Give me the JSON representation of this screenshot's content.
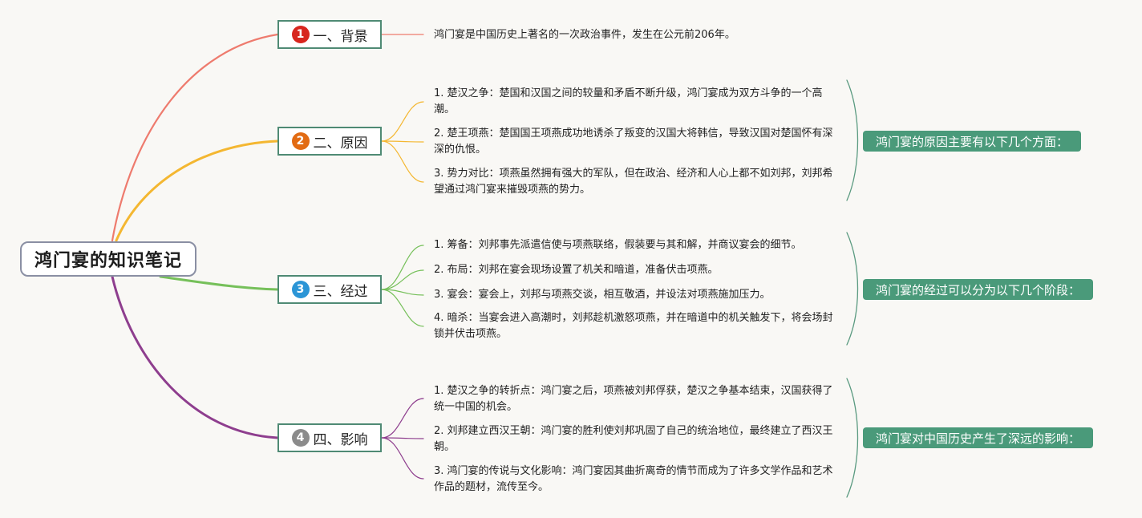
{
  "root": {
    "title": "鸿门宴的知识笔记"
  },
  "branches": [
    {
      "badge": "1",
      "badge_color": "#d7261e",
      "line_color": "#ee7b6e",
      "label": "一、背景",
      "items": [
        "鸿门宴是中国历史上著名的一次政治事件，发生在公元前206年。"
      ]
    },
    {
      "badge": "2",
      "badge_color": "#e26b13",
      "line_color": "#f4b731",
      "label": "二、原因",
      "items": [
        "1. 楚汉之争：楚国和汉国之间的较量和矛盾不断升级，鸿门宴成为双方斗争的一个高潮。",
        "2. 楚王项燕：楚国国王项燕成功地诱杀了叛变的汉国大将韩信，导致汉国对楚国怀有深深的仇恨。",
        "3. 势力对比：项燕虽然拥有强大的军队，但在政治、经济和人心上都不如刘邦，刘邦希望通过鸿门宴来摧毁项燕的势力。"
      ],
      "summary": "鸿门宴的原因主要有以下几个方面："
    },
    {
      "badge": "3",
      "badge_color": "#2b95d6",
      "line_color": "#76c05a",
      "label": "三、经过",
      "items": [
        "1. 筹备：刘邦事先派遣信使与项燕联络，假装要与其和解，并商议宴会的细节。",
        "2. 布局：刘邦在宴会现场设置了机关和暗道，准备伏击项燕。",
        "3. 宴会：宴会上，刘邦与项燕交谈，相互敬酒，并设法对项燕施加压力。",
        "4. 暗杀：当宴会进入高潮时，刘邦趁机激怒项燕，并在暗道中的机关触发下，将会场封锁并伏击项燕。"
      ],
      "summary": "鸿门宴的经过可以分为以下几个阶段："
    },
    {
      "badge": "4",
      "badge_color": "#8b8b8b",
      "line_color": "#8e3e8e",
      "label": "四、影响",
      "items": [
        "1. 楚汉之争的转折点：鸿门宴之后，项燕被刘邦俘获，楚汉之争基本结束，汉国获得了统一中国的机会。",
        "2. 刘邦建立西汉王朝：鸿门宴的胜利使刘邦巩固了自己的统治地位，最终建立了西汉王朝。",
        "3. 鸿门宴的传说与文化影响：鸿门宴因其曲折离奇的情节而成为了许多文学作品和艺术作品的题材，流传至今。"
      ],
      "summary": "鸿门宴对中国历史产生了深远的影响："
    }
  ],
  "colors": {
    "bracket": "#5a9a80",
    "node_border": "#4f8a74",
    "summary_bg": "#4a9a7a"
  }
}
